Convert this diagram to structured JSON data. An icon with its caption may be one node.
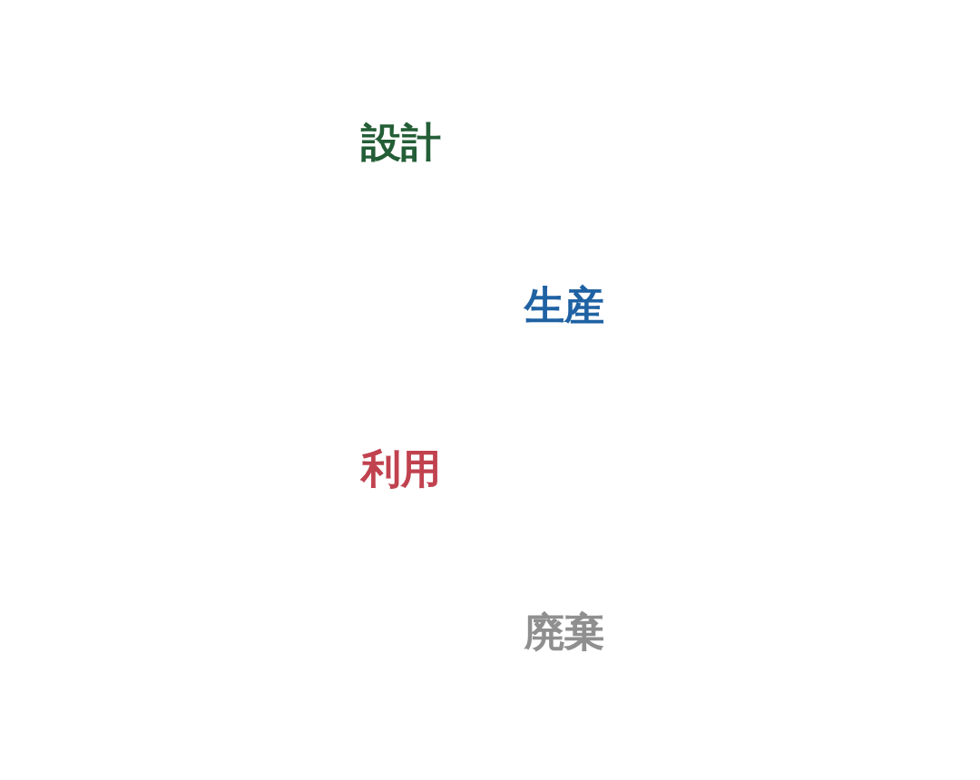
{
  "diagram": {
    "labels": [
      "設計",
      "生産",
      "利用",
      "廃棄"
    ]
  }
}
